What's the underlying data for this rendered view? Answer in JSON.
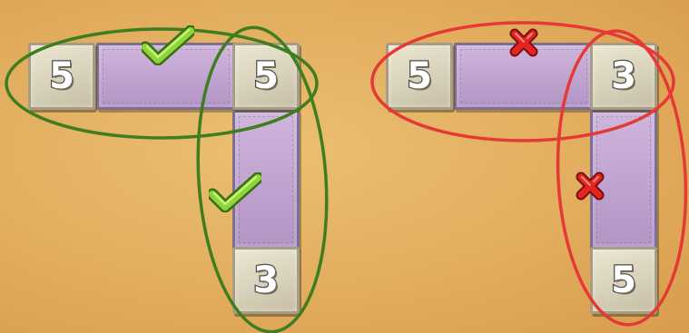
{
  "examples": [
    {
      "verdict": "valid",
      "outline_color": "#3f7d1f",
      "mark_icon": "green-check-icon",
      "tiles": {
        "left": "5",
        "corner": "5",
        "bottom": "3"
      }
    },
    {
      "verdict": "invalid",
      "outline_color": "#e53935",
      "mark_icon": "red-cross-icon",
      "tiles": {
        "left": "5",
        "corner": "3",
        "bottom": "5"
      }
    }
  ]
}
